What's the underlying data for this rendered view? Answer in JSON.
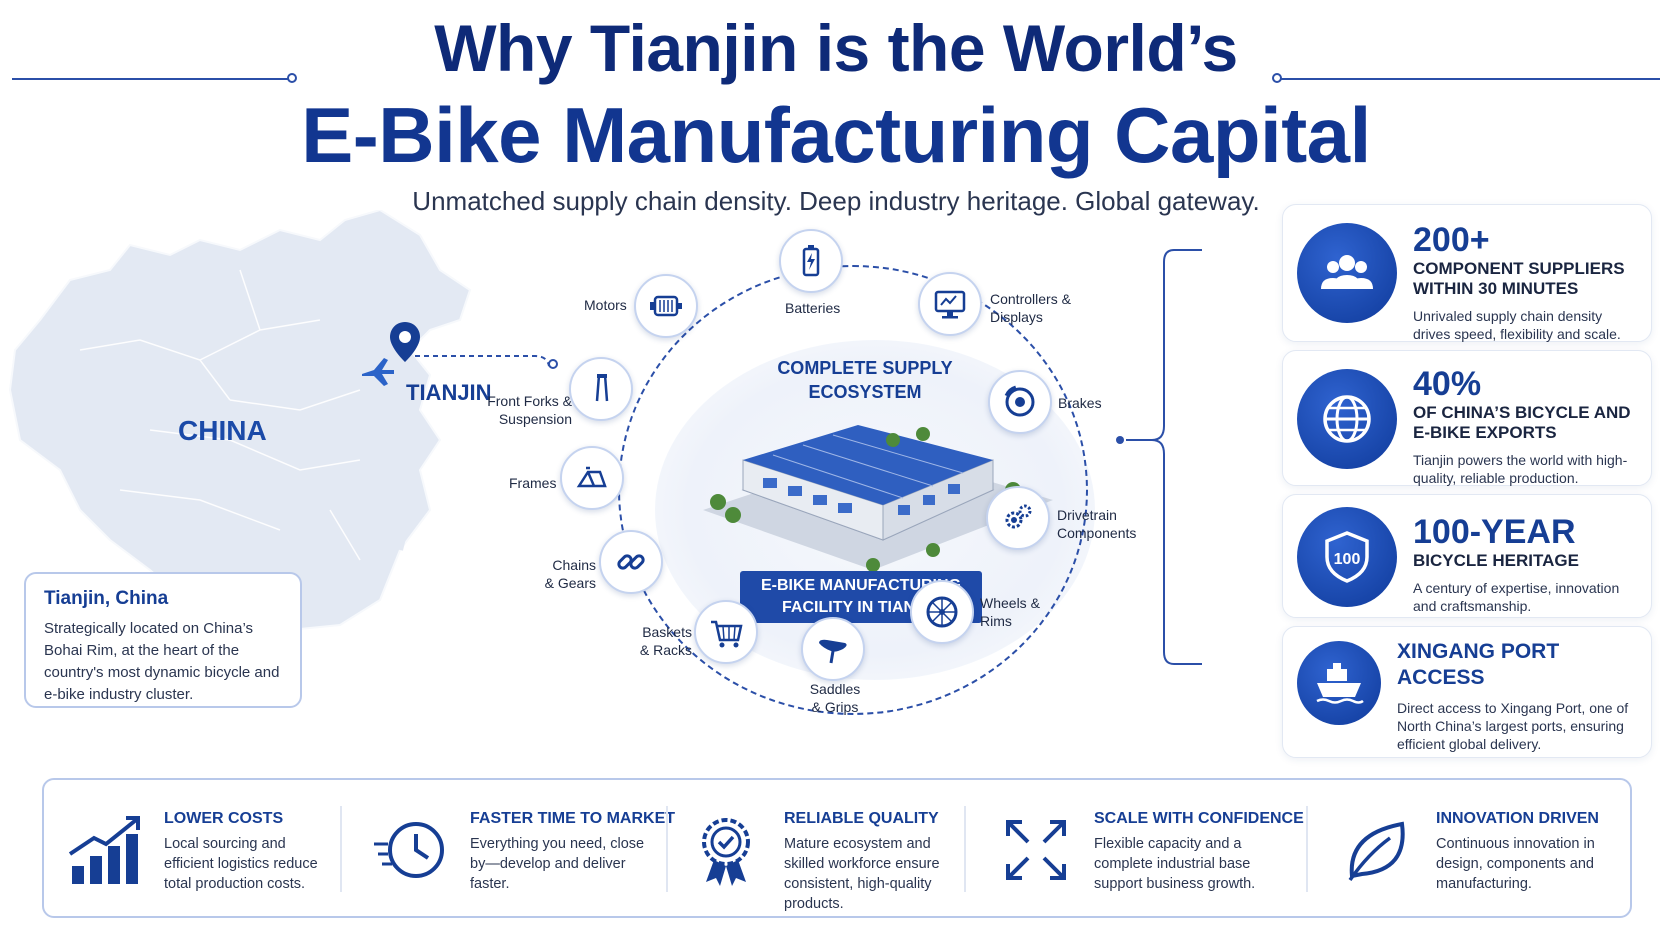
{
  "header": {
    "title_line1": "Why Tianjin is the World’s",
    "title_line2": "E-Bike Manufacturing Capital",
    "subtitle": "Unmatched supply chain density. Deep industry heritage. Global gateway."
  },
  "map": {
    "country_label": "CHINA",
    "city_label": "TIANJIN",
    "card_title": "Tianjin, China",
    "card_text": "Strategically located on China’s Bohai Rim, at the heart of the country's most dynamic bicycle and e-bike industry cluster."
  },
  "ecosystem": {
    "title": "COMPLETE SUPPLY ECOSYSTEM",
    "facility_label": "E-BIKE MANUFACTURING FACILITY IN TIANJIN",
    "components": [
      {
        "label": "Batteries",
        "icon": "battery-icon"
      },
      {
        "label": "Controllers & Displays",
        "icon": "monitor-icon"
      },
      {
        "label": "Brakes",
        "icon": "brake-disc-icon"
      },
      {
        "label": "Drivetrain Components",
        "icon": "gears-icon"
      },
      {
        "label": "Wheels & Rims",
        "icon": "wheel-icon"
      },
      {
        "label": "Saddles & Grips",
        "icon": "saddle-icon"
      },
      {
        "label": "Baskets & Racks",
        "icon": "basket-icon"
      },
      {
        "label": "Chains & Gears",
        "icon": "chain-icon"
      },
      {
        "label": "Frames",
        "icon": "frame-icon"
      },
      {
        "label": "Front Forks & Suspension",
        "icon": "fork-icon"
      },
      {
        "label": "Motors",
        "icon": "motor-icon"
      }
    ]
  },
  "stats": [
    {
      "big": "200+",
      "head": "COMPONENT SUPPLIERS WITHIN 30 MINUTES",
      "body": "Unrivaled supply chain density drives speed, flexibility and scale.",
      "icon": "people-icon"
    },
    {
      "big": "40%",
      "head": "OF CHINA’S BICYCLE AND E-BIKE EXPORTS",
      "body": "Tianjin powers the world with high-quality, reliable production.",
      "icon": "globe-icon"
    },
    {
      "big": "100-YEAR",
      "head": "BICYCLE HERITAGE",
      "body": "A century of expertise, innovation and craftsmanship.",
      "icon": "shield-100-icon",
      "icon_text": "100"
    },
    {
      "big": "",
      "head": "XINGANG PORT ACCESS",
      "body": "Direct access to Xingang Port, one of North China’s largest ports, ensuring efficient global delivery.",
      "icon": "ship-icon"
    }
  ],
  "benefits": [
    {
      "title": "LOWER COSTS",
      "text": "Local sourcing and efficient logistics reduce total production costs.",
      "icon": "bar-growth-icon"
    },
    {
      "title": "FASTER TIME TO MARKET",
      "text": "Everything you need, close by—develop and deliver faster.",
      "icon": "clock-speed-icon"
    },
    {
      "title": "RELIABLE QUALITY",
      "text": "Mature ecosystem and skilled workforce ensure consistent, high-quality products.",
      "icon": "quality-badge-icon"
    },
    {
      "title": "SCALE WITH CONFIDENCE",
      "text": "Flexible capacity and a complete industrial base support business growth.",
      "icon": "expand-arrows-icon"
    },
    {
      "title": "INNOVATION DRIVEN",
      "text": "Continuous innovation in design, components and manufacturing.",
      "icon": "leaf-icon"
    }
  ],
  "colors": {
    "primary": "#163e94",
    "accent": "#2b4fa8",
    "map_fill": "#e3e9f3"
  }
}
